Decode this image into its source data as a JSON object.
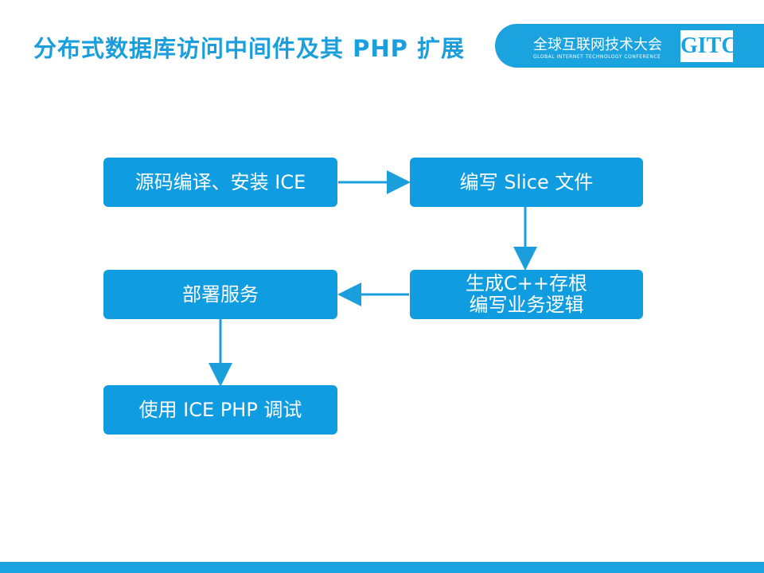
{
  "title": "分布式数据库访问中间件及其 PHP 扩展",
  "logo": {
    "cn": "全球互联网技术大会",
    "en": "GLOBAL INTERNET TECHNOLOGY CONFERENCE",
    "mark": "GITC"
  },
  "steps": {
    "s1": "源码编译、安装 ICE",
    "s2": "编写 Slice 文件",
    "s3a": "生成C++存根",
    "s3b": "编写业务逻辑",
    "s4": "部署服务",
    "s5": "使用 ICE PHP 调试"
  },
  "colors": {
    "accent": "#0f9ce0"
  }
}
